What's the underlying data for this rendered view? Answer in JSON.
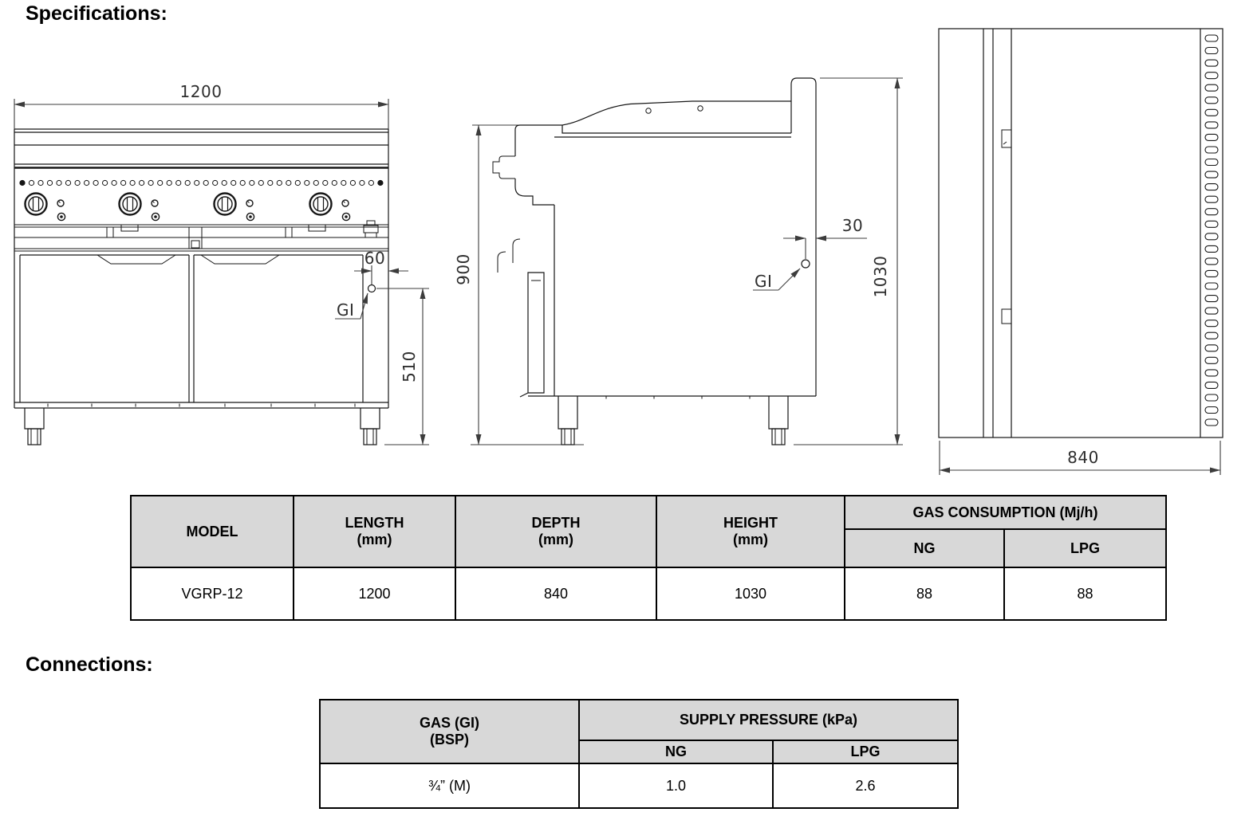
{
  "headings": {
    "specifications": "Specifications:",
    "connections": "Connections:"
  },
  "front_view": {
    "width_dim": "1200",
    "inlet_offset_dim": "60",
    "inlet_label": "GI",
    "inlet_height_dim": "510"
  },
  "side_view": {
    "front_height_dim": "900",
    "inlet_offset_dim": "30",
    "inlet_label": "GI",
    "overall_height_dim": "1030"
  },
  "top_view": {
    "depth_dim": "840"
  },
  "spec_table": {
    "col_model": "MODEL",
    "col_length_label": "LENGTH",
    "col_length_unit": "(mm)",
    "col_depth_label": "DEPTH",
    "col_depth_unit": "(mm)",
    "col_height_label": "HEIGHT",
    "col_height_unit": "(mm)",
    "col_gas": "GAS CONSUMPTION (Mj/h)",
    "col_ng": "NG",
    "col_lpg": "LPG",
    "row": {
      "model": "VGRP-12",
      "length": "1200",
      "depth": "840",
      "height": "1030",
      "ng": "88",
      "lpg": "88"
    }
  },
  "connections_table": {
    "col_gas_label": "GAS (GI)",
    "col_gas_unit": "(BSP)",
    "col_supply": "SUPPLY PRESSURE (kPa)",
    "col_ng": "NG",
    "col_lpg": "LPG",
    "row": {
      "size": "¾” (M)",
      "ng": "1.0",
      "lpg": "2.6"
    }
  }
}
